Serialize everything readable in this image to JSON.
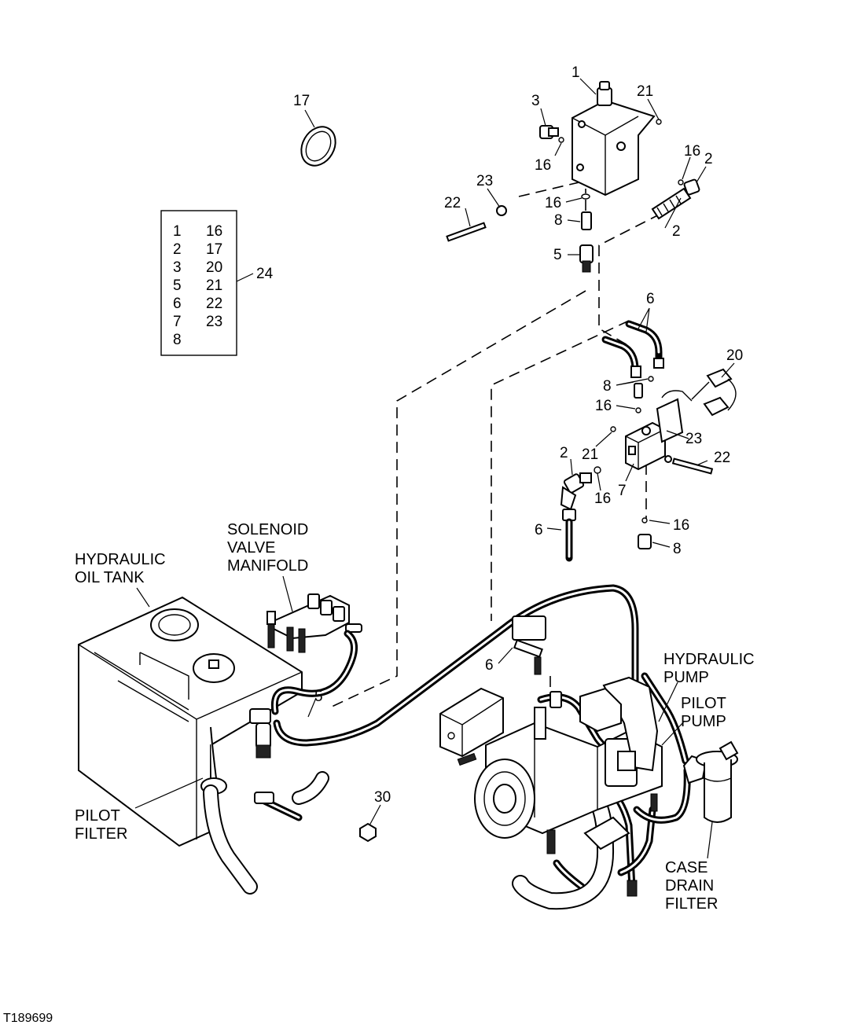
{
  "figure_id": "T189699",
  "kit_table": {
    "ref": "24",
    "col1": [
      "1",
      "2",
      "3",
      "5",
      "6",
      "7",
      "8"
    ],
    "col2": [
      "16",
      "17",
      "20",
      "21",
      "22",
      "23"
    ]
  },
  "callouts": {
    "c1": "1",
    "c3": "3",
    "c21a": "21",
    "c16a": "16",
    "c16b": "16",
    "c2a": "2",
    "c23a": "23",
    "c22a": "22",
    "c16c": "16",
    "c8a": "8",
    "c2b": "2",
    "c5a": "5",
    "c17": "17",
    "c24": "24",
    "c6a": "6",
    "c20": "20",
    "c8b": "8",
    "c16d": "16",
    "c23b": "23",
    "c2c": "2",
    "c21b": "21",
    "c22b": "22",
    "c16e": "16",
    "c7": "7",
    "c6b": "6",
    "c16f": "16",
    "c8c": "8",
    "c6c": "6",
    "c5b": "5",
    "c30": "30"
  },
  "captions": {
    "solenoid": [
      "SOLENOID",
      "VALVE",
      "MANIFOLD"
    ],
    "tank": [
      "HYDRAULIC",
      "OIL TANK"
    ],
    "hyd_pump": [
      "HYDRAULIC",
      "PUMP"
    ],
    "pilot_pump": [
      "PILOT",
      "PUMP"
    ],
    "pilot_filter": [
      "PILOT",
      "FILTER"
    ],
    "case_drain": [
      "CASE",
      "DRAIN",
      "FILTER"
    ]
  }
}
